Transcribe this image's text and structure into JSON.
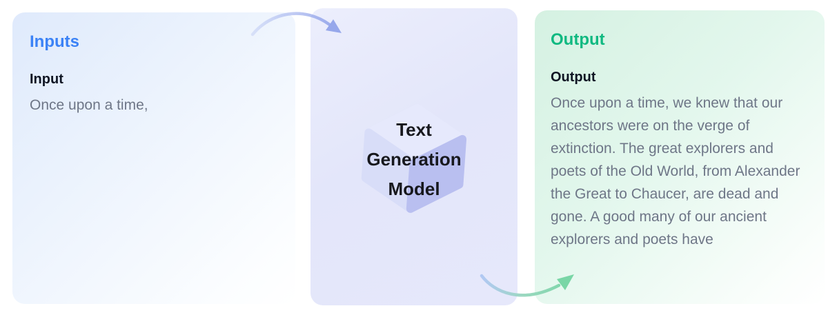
{
  "inputs_panel": {
    "title": "Inputs",
    "field_label": "Input",
    "field_value": "Once upon a time,"
  },
  "model_panel": {
    "icon": "model-cube-icon",
    "label_line1": "Text",
    "label_line2": "Generation",
    "label_line3": "Model"
  },
  "output_panel": {
    "title": "Output",
    "field_label": "Output",
    "field_value": "Once upon a time, we knew that our ancestors were on the verge of extinction. The great explorers and poets of the Old World, from Alexander the Great to Chaucer, are dead and gone. A good many of our ancient explorers and poets have"
  },
  "arrows": {
    "input_to_model": "input-to-model-arrow-icon",
    "model_to_output": "model-to-output-arrow-icon"
  },
  "colors": {
    "inputs_heading": "#3b82f6",
    "output_heading": "#10b981",
    "field_label_text": "#0f1523",
    "body_text": "#6e7687",
    "input_arrow_blue": "#96a7eb",
    "output_arrow_green": "#79d6a6",
    "cube_top_face": "#e6e9fc",
    "cube_left_face": "#d8ddf8",
    "cube_right_face": "#b9bff0"
  }
}
